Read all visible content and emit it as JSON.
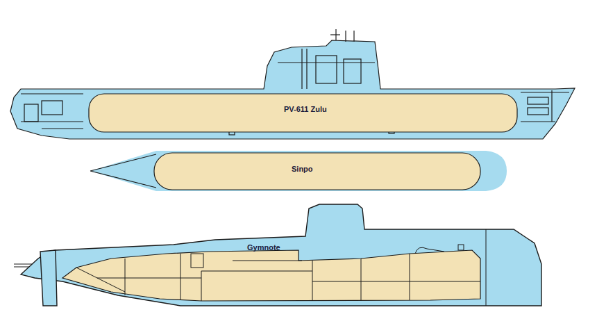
{
  "diagram": {
    "nodes": [
      {
        "text": [
          "PV-611 Zulu"
        ]
      },
      {
        "text": [
          "Sinpo"
        ]
      },
      {
        "text": [
          "Gymnote"
        ]
      }
    ]
  }
}
